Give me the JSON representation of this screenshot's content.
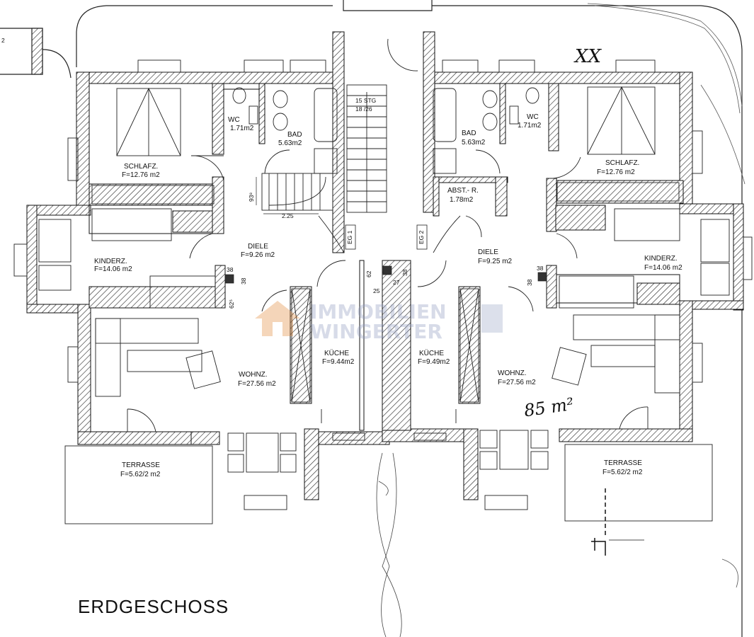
{
  "plan": {
    "title": "ERDGESCHOSS",
    "handwritten_area": "85 m²",
    "handwritten_marks": "XX",
    "left_unit": {
      "schlafz_name": "SCHLAFZ.",
      "schlafz_area": "F=12.76 m2",
      "wc_name": "WC",
      "wc_area": "1.71m2",
      "bad_name": "BAD",
      "bad_area": "5.63m2",
      "kinderz_name": "KINDERZ.",
      "kinderz_area": "F=14.06 m2",
      "diele_name": "DIELE",
      "diele_area": "F=9.26 m2",
      "kueche_name": "KÜCHE",
      "kueche_area": "F=9.44m2",
      "wohnz_name": "WOHNZ.",
      "wohnz_area": "F=27.56 m2",
      "terrasse_name": "TERRASSE",
      "terrasse_area": "F=5.62/2 m2"
    },
    "right_unit": {
      "schlafz_name": "SCHLAFZ.",
      "schlafz_area": "F=12.76 m2",
      "wc_name": "WC",
      "wc_area": "1.71m2",
      "bad_name": "BAD",
      "bad_area": "5.63m2",
      "abst_name": "ABST.- R.",
      "abst_area": "1.78m2",
      "kinderz_name": "KINDERZ.",
      "kinderz_area": "F=14.06 m2",
      "diele_name": "DIELE",
      "diele_area": "F=9.25 m2",
      "kueche_name": "KÜCHE",
      "kueche_area": "F=9.49m2",
      "wohnz_name": "WOHNZ.",
      "wohnz_area": "F=27.56 m2",
      "terrasse_name": "TERRASSE",
      "terrasse_area": "F=5.62/2 m2"
    },
    "stair": {
      "steps_top": "15 STG",
      "steps_bottom": "18 /26"
    },
    "door_tags": {
      "eg1": "EG 1",
      "eg2": "EG 2"
    },
    "dimensions": {
      "d_938": "93⁸",
      "d_225": "2.25",
      "d_38a": "38",
      "d_38b": "38",
      "d_625": "62⁵",
      "d_62": "62",
      "d_25": "25",
      "d_27": "27",
      "d_38c": "38",
      "d_38d": "38",
      "d_38e": "38",
      "d_2": "2"
    },
    "watermark": {
      "line1": "IMMOBILIEN",
      "line2": "WINGERTER"
    }
  }
}
